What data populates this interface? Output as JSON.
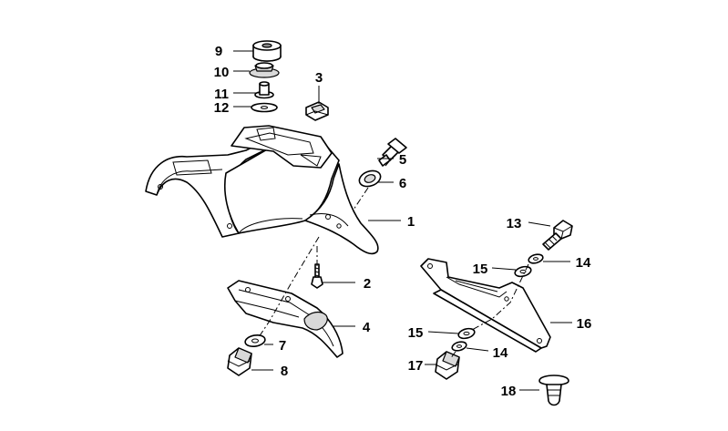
{
  "labels": {
    "l1": "1",
    "l2": "2",
    "l3": "3",
    "l4": "4",
    "l5": "5",
    "l6": "6",
    "l7": "7",
    "l8": "8",
    "l9": "9",
    "l10": "10",
    "l11": "11",
    "l12": "12",
    "l13": "13",
    "l14a": "14",
    "l14b": "14",
    "l15a": "15",
    "l15b": "15",
    "l16": "16",
    "l17": "17",
    "l18": "18"
  }
}
